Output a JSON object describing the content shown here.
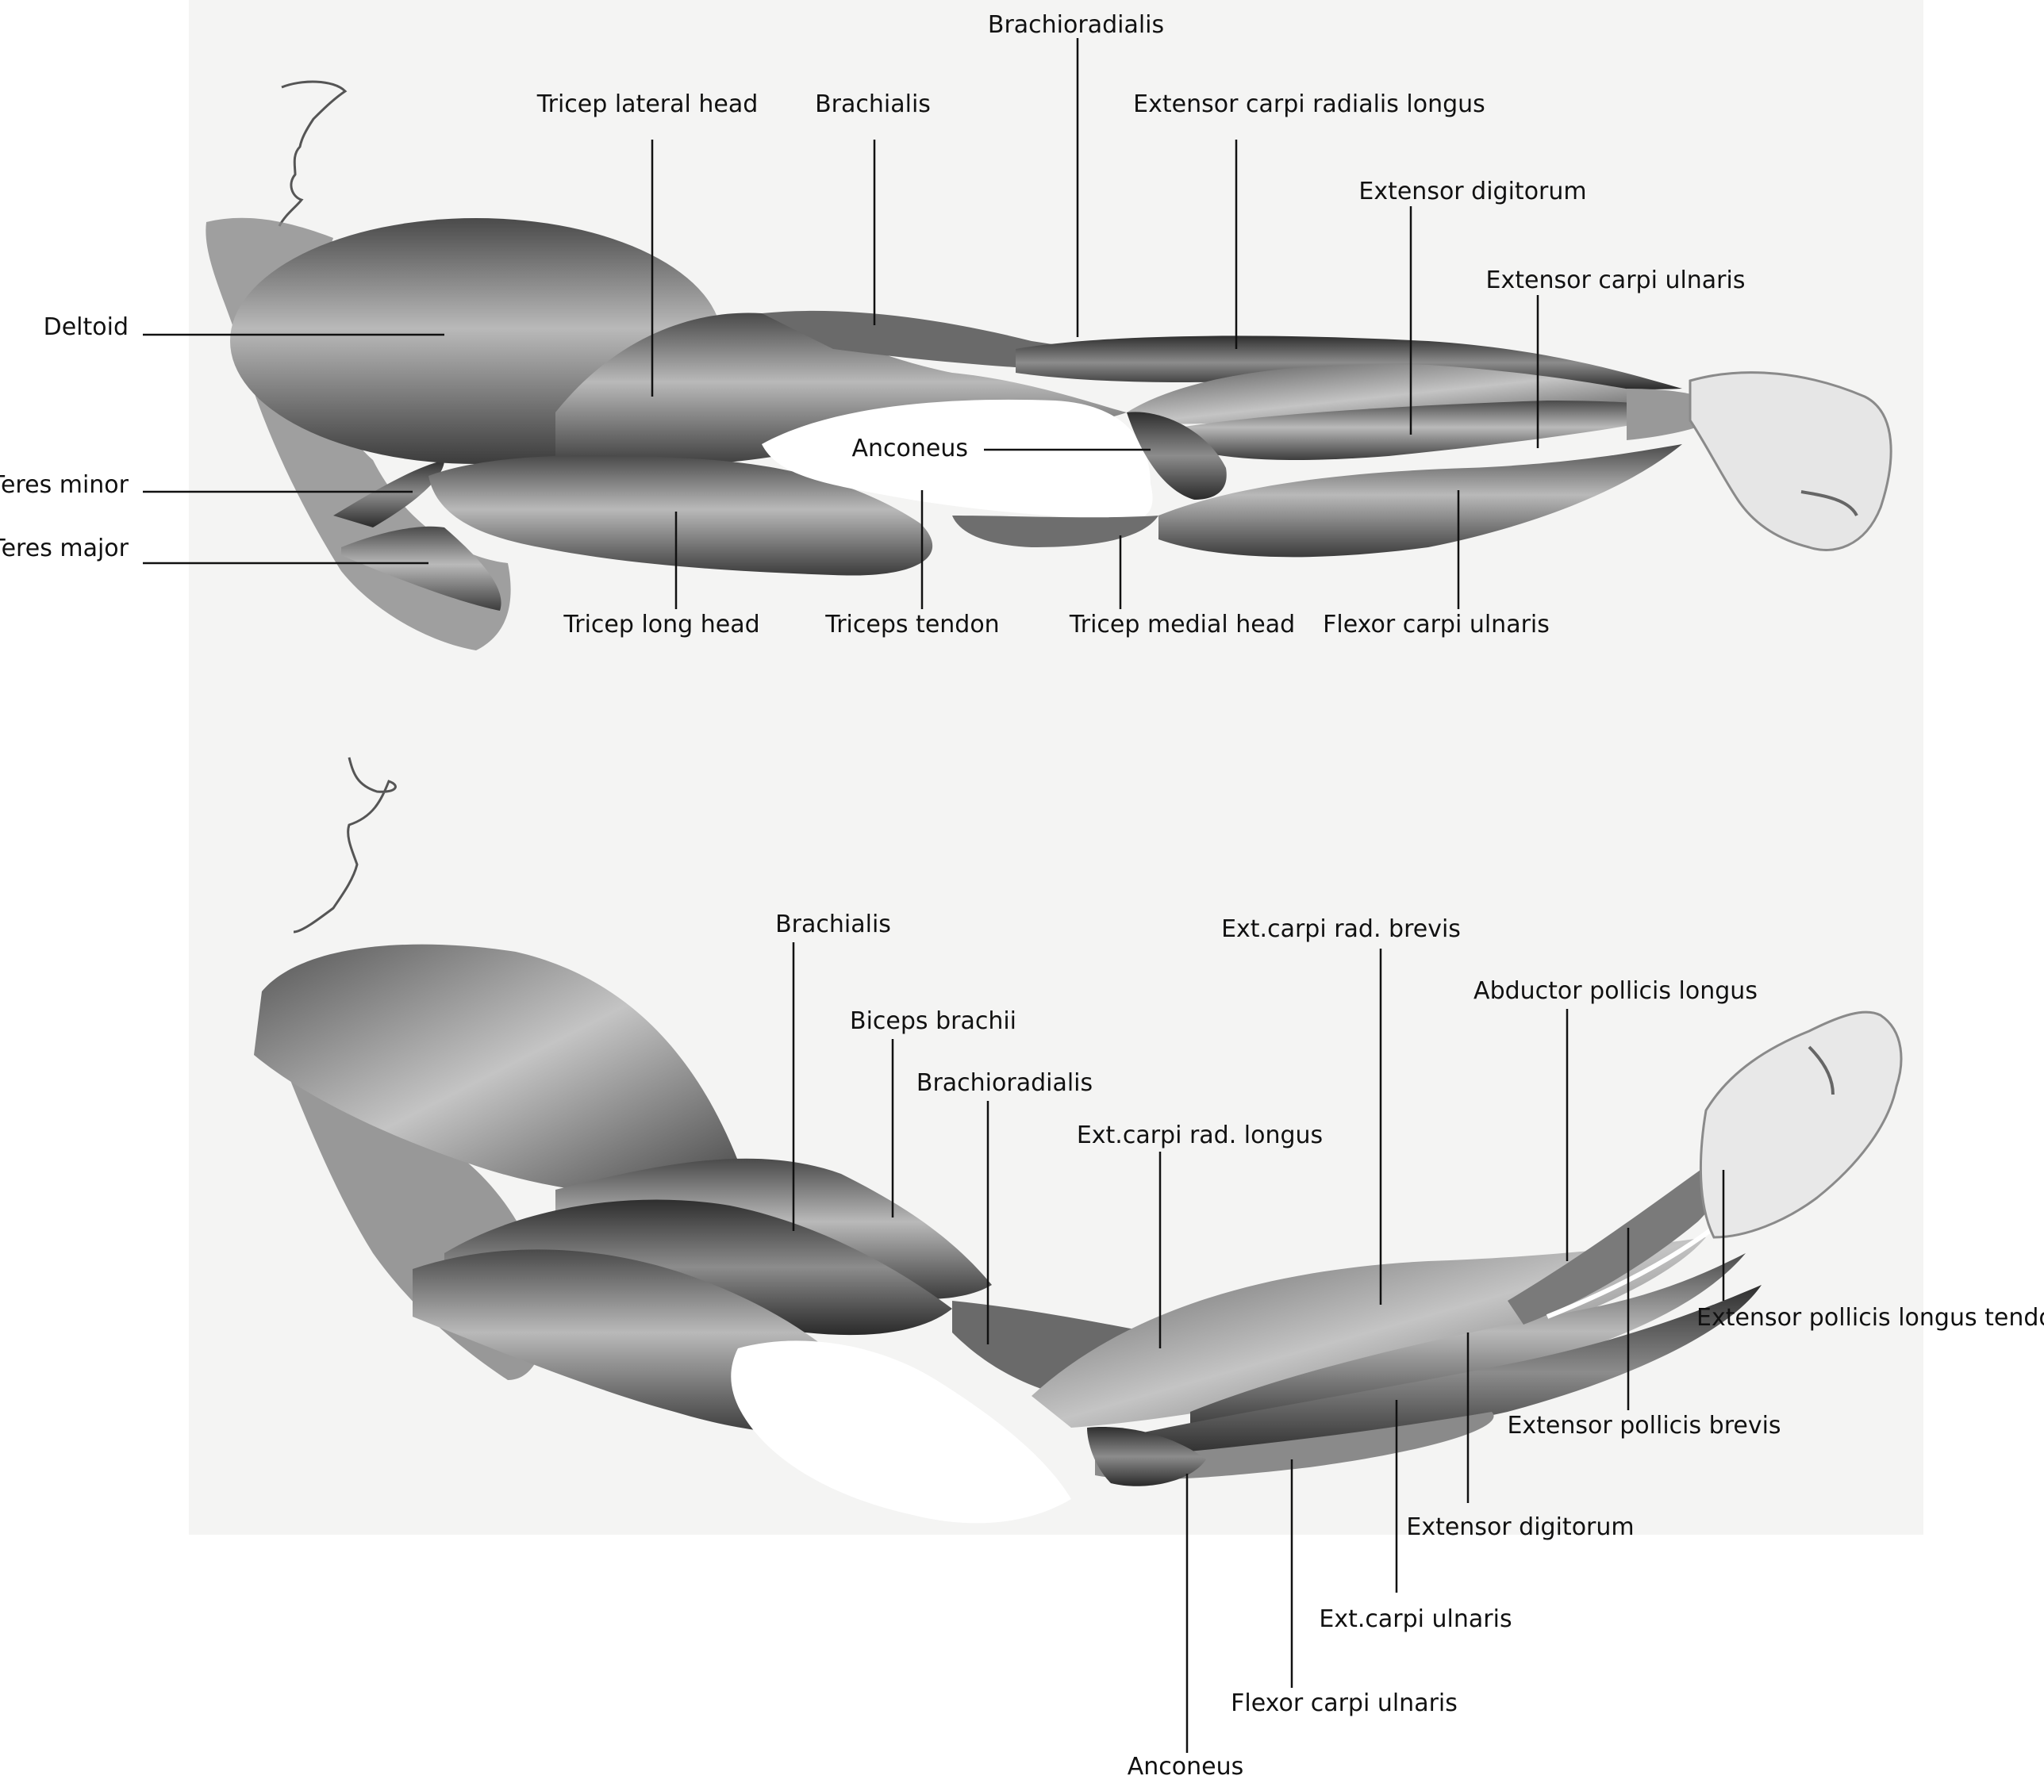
{
  "colors": {
    "paper": "#f4f4f3",
    "muscle_dark": "#3a3a3a",
    "muscle_mid": "#7a7a7a",
    "muscle_light": "#cfcfcf",
    "tendon": "#ffffff",
    "leader_line": "#111111",
    "text": "#111111"
  },
  "top_view": {
    "labels": {
      "deltoid": "Deltoid",
      "teres_minor": "Teres minor",
      "teres_major": "Teres major",
      "tricep_lateral_head": "Tricep lateral head",
      "brachialis": "Brachialis",
      "brachioradialis": "Brachioradialis",
      "extensor_carpi_radialis_longus": "Extensor carpi radialis longus",
      "extensor_digitorum": "Extensor digitorum",
      "extensor_carpi_ulnaris": "Extensor carpi ulnaris",
      "anconeus": "Anconeus",
      "tricep_long_head": "Tricep long head",
      "triceps_tendon": "Triceps tendon",
      "tricep_medial_head": "Tricep medial head",
      "flexor_carpi_ulnaris": "Flexor carpi ulnaris"
    }
  },
  "bottom_view": {
    "labels": {
      "brachialis": "Brachialis",
      "biceps_brachii": "Biceps brachii",
      "brachioradialis": "Brachioradialis",
      "ext_carpi_rad_longus": "Ext.carpi rad. longus",
      "ext_carpi_rad_brevis": "Ext.carpi rad. brevis",
      "abductor_pollicis_longus": "Abductor pollicis longus",
      "extensor_pollicis_longus_tendon": "Extensor pollicis longus tendon",
      "extensor_pollicis_brevis": "Extensor pollicis brevis",
      "extensor_digitorum": "Extensor digitorum",
      "ext_carpi_ulnaris": "Ext.carpi ulnaris",
      "flexor_carpi_ulnaris": "Flexor carpi ulnaris",
      "anconeus": "Anconeus"
    }
  }
}
